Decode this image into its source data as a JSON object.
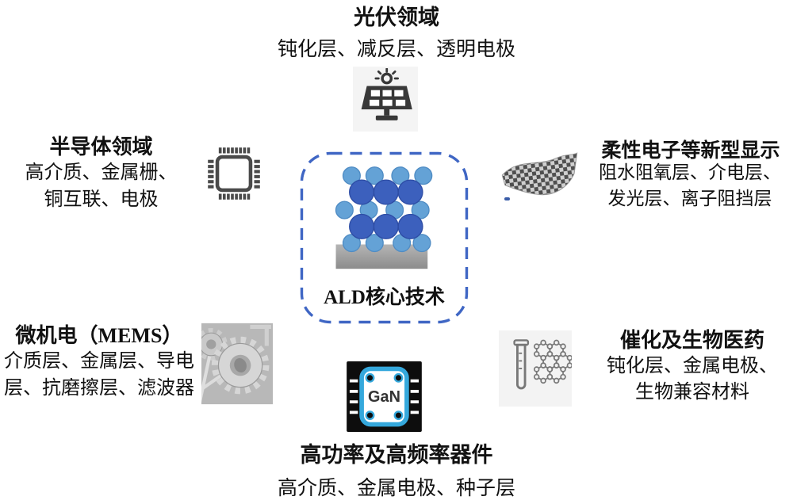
{
  "center": {
    "label": "ALD核心技术"
  },
  "sections": {
    "photovoltaic": {
      "title": "光伏领域",
      "desc": "钝化层、减反层、透明电极",
      "icon": "solar-panel-icon"
    },
    "semiconductor": {
      "title": "半导体领域",
      "desc1": "高介质、金属栅、",
      "desc2": "铜互联、电极",
      "icon": "chip-icon"
    },
    "flexible_display": {
      "title": "柔性电子等新型显示",
      "desc1": "阻水阻氧层、介电层、",
      "desc2": "发光层、离子阻挡层",
      "icon": "flexible-sheet-icon"
    },
    "mems": {
      "title": "微机电（MEMS）",
      "desc1": "介质层、金属层、导电",
      "desc2": "层、抗磨擦层、滤波器",
      "icon": "mems-gears-icon"
    },
    "high_power": {
      "title": "高功率及高频率器件",
      "desc": "高介质、金属电极、种子层",
      "chip_label": "GaN",
      "icon": "gan-chip-icon"
    },
    "catalysis_biomed": {
      "title": "催化及生物医药",
      "desc1": "钝化层、金属电极、",
      "desc2": "生物兼容材料",
      "icon": "test-tube-molecule-icon"
    }
  },
  "colors": {
    "dashed_border_blue": "#3f66c4",
    "sphere_light_blue": "#64a2d6",
    "sphere_dark_blue": "#3c60bd",
    "substrate_gray": "#a6a6a6",
    "gan_ring_blue": "#35a8dc",
    "icon_dark_gray": "#3d3d3d"
  }
}
